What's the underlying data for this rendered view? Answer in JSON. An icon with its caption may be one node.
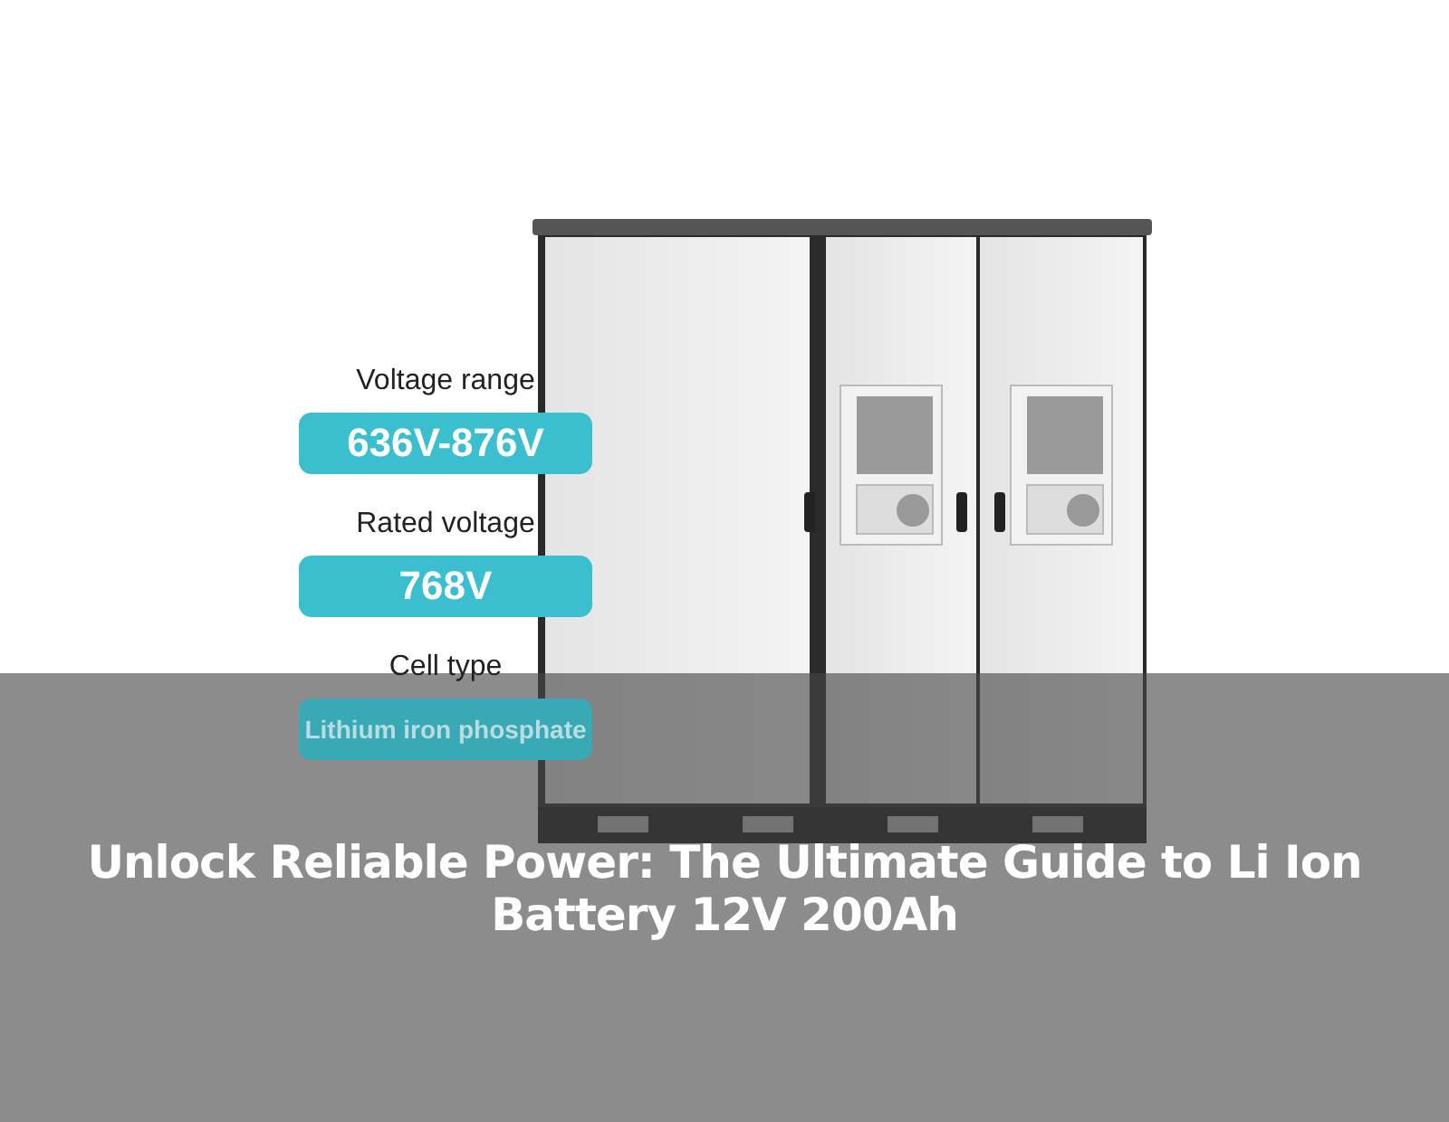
{
  "diagram": {
    "title": "Unlock Reliable Power: The Ultimate Guide to Li Ion Battery 12V 200Ah",
    "nodes": [
      {
        "text": [
          "Voltage range",
          "636V-876V"
        ]
      },
      {
        "text": [
          "Rated voltage",
          "768V"
        ]
      },
      {
        "text": [
          "Cell type",
          "Lithium iron phosphate"
        ]
      }
    ]
  }
}
